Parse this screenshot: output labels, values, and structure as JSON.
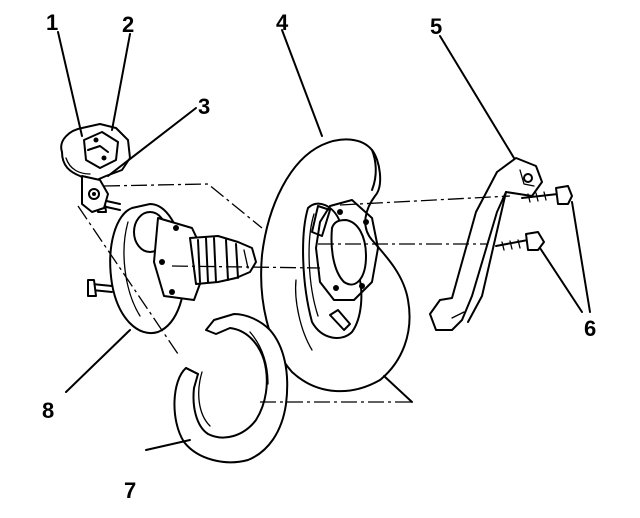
{
  "callouts": [
    {
      "id": "c1",
      "label": "1"
    },
    {
      "id": "c2",
      "label": "2"
    },
    {
      "id": "c3",
      "label": "3"
    },
    {
      "id": "c4",
      "label": "4"
    },
    {
      "id": "c5",
      "label": "5"
    },
    {
      "id": "c6",
      "label": "6"
    },
    {
      "id": "c7",
      "label": "7"
    },
    {
      "id": "c8",
      "label": "8"
    }
  ],
  "colors": {
    "ink": "#000000",
    "paper": "#ffffff"
  }
}
